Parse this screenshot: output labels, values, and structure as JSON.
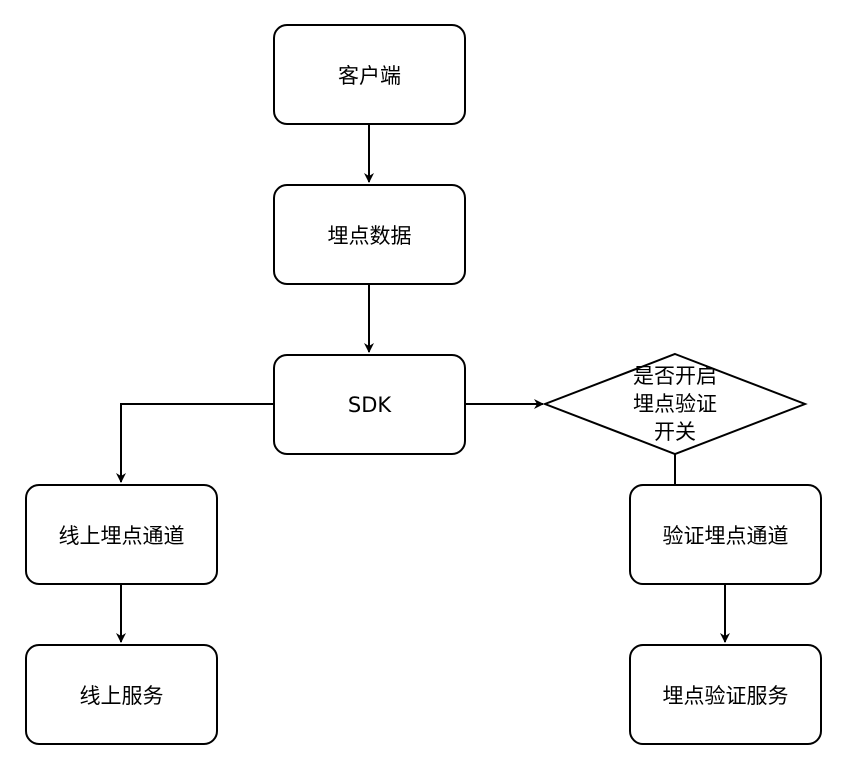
{
  "nodes": {
    "client": "客户端",
    "tracking_data": "埋点数据",
    "sdk": "SDK",
    "decision": [
      "是否开启",
      "埋点验证",
      "开关"
    ],
    "online_channel": "线上埋点通道",
    "online_service": "线上服务",
    "verify_channel": "验证埋点通道",
    "verify_service": "埋点验证服务"
  }
}
